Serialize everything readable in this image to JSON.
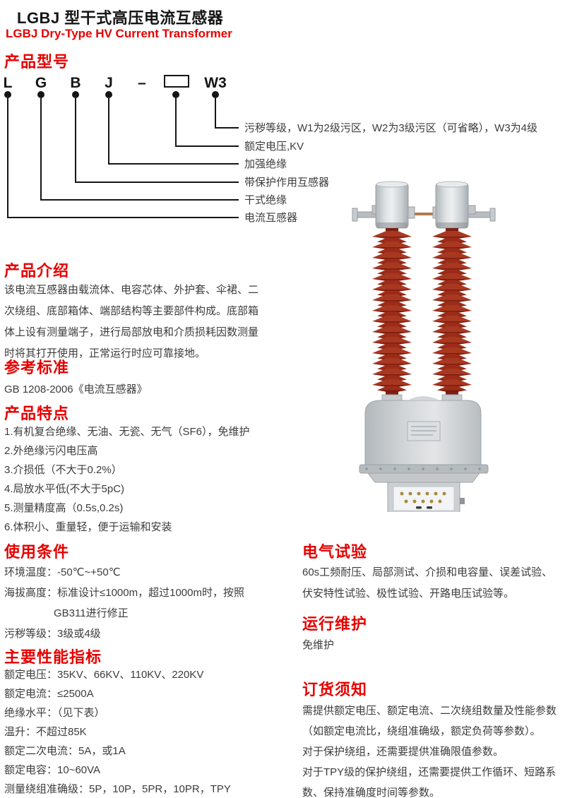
{
  "page": {
    "title": "LGBJ 型干式高压电流互感器",
    "subtitle": "LGBJ Dry-Type HV Current Transformer"
  },
  "model": {
    "heading": "产品型号",
    "letters": [
      "L",
      "G",
      "B",
      "J",
      "–",
      "W3"
    ],
    "labels": [
      "污秽等级，W1为2级污区，W2为3级污区（可省略），W3为4级",
      "额定电压,KV",
      "加强绝缘",
      "带保护作用互感器",
      "干式绝缘",
      "电流互感器"
    ]
  },
  "intro": {
    "heading": "产品介绍",
    "body": "该电流互感器由载流体、电容芯体、外护套、伞裙、二次绕组、底部箱体、端部结构等主要部件构成。底部箱体上设有测量端子，进行局部放电和介质损耗因数测量时将其打开使用，正常运行时应可靠接地。"
  },
  "standard": {
    "heading": "参考标准",
    "body": "GB 1208-2006《电流互感器》"
  },
  "features": {
    "heading": "产品特点",
    "items": [
      "1.有机复合绝缘、无油、无瓷、无气（SF6），免维护",
      "2.外绝缘污闪电压高",
      "3.介损低（不大于0.2%）",
      "4.局放水平低(不大于5pC)",
      "5.测量精度高（0.5s,0.2s)",
      "6.体积小、重量轻，便于运输和安装"
    ]
  },
  "conditions": {
    "heading": "使用条件",
    "lines": [
      "环境温度：-50℃~+50℃",
      "海拔高度：标准设计≤1000m，超过1000m时，按照",
      "GB311进行修正",
      "污秽等级：3级或4级"
    ]
  },
  "performance": {
    "heading": "主要性能指标",
    "items": [
      "额定电压：35KV、66KV、110KV、220KV",
      "额定电流：≤2500A",
      "绝缘水平：（见下表）",
      "温升：不超过85K",
      "额定二次电流：5A，或1A",
      "额定电容：10~60VA",
      "测量绕组准确级：5P，10P，5PR，10PR，TPY"
    ]
  },
  "tests": {
    "heading": "电气试验",
    "body": "60s工频耐压、局部测试、介损和电容量、误差试验、伏安特性试验、极性试验、开路电压试验等。"
  },
  "maintenance": {
    "heading": "运行维护",
    "body": "免维护"
  },
  "ordering": {
    "heading": "订货须知",
    "paragraphs": [
      "需提供额定电压、额定电流、二次绕组数量及性能参数（如额定电流比，绕组准确级，额定负荷等参数）。",
      "对于保护绕组，还需要提供准确限值参数。",
      "对于TPY级的保护绕组，还需要提供工作循环、短路系数、保持准确度时间等参数。"
    ]
  },
  "colors": {
    "accent_red": "#e60000",
    "body_text": "#3c3c3c",
    "insulator_red": "#a93821",
    "insulator_shadow": "#7e1f12",
    "housing_gray": "#c9cdd1"
  }
}
